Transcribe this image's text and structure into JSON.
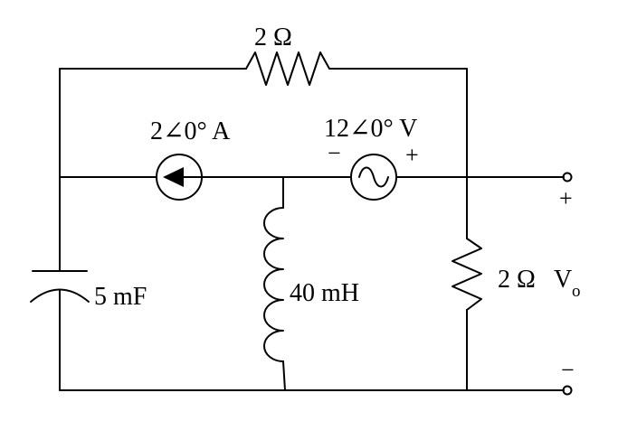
{
  "components": {
    "top_resistor": {
      "label": "2 Ω"
    },
    "current_source": {
      "label": "2∠0° A"
    },
    "voltage_source": {
      "label": "12∠0° V",
      "minus": "−",
      "plus": "+"
    },
    "capacitor": {
      "label": "5 mF"
    },
    "inductor": {
      "label": "40 mH"
    },
    "load_resistor": {
      "label": "2 Ω"
    }
  },
  "output": {
    "label_main": "V",
    "label_sub": "o",
    "plus": "+",
    "minus": "−"
  },
  "colors": {
    "line": "#000000",
    "background": "#ffffff"
  }
}
